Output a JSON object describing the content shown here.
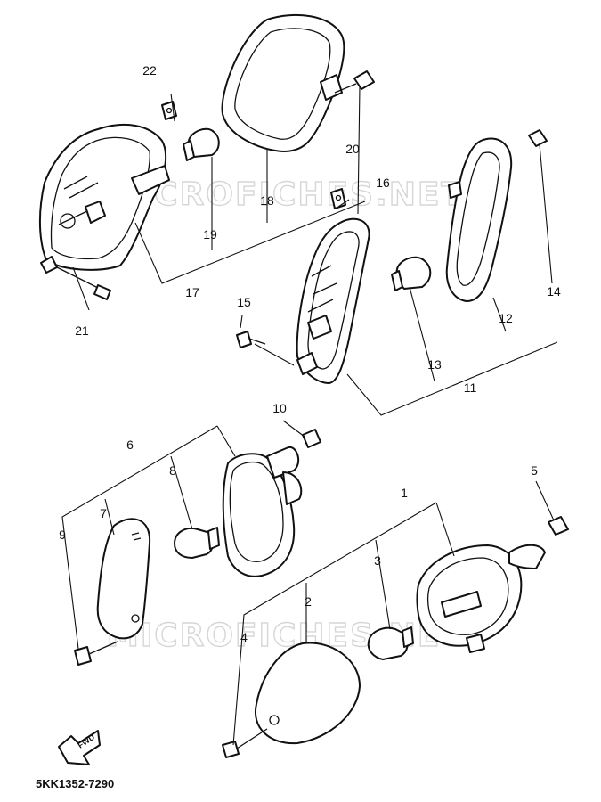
{
  "watermark": "MICROFICHES.NET",
  "diagram_code": "5KK1352-7290",
  "fwd_label": "FWD",
  "callouts": {
    "c1": "1",
    "c2": "2",
    "c3": "3",
    "c4": "4",
    "c5": "5",
    "c6": "6",
    "c7": "7",
    "c8": "8",
    "c9": "9",
    "c10": "10",
    "c11": "11",
    "c12": "12",
    "c13": "13",
    "c14": "14",
    "c15": "15",
    "c16": "16",
    "c17": "17",
    "c18": "18",
    "c19": "19",
    "c20": "20",
    "c21": "21",
    "c22": "22"
  }
}
